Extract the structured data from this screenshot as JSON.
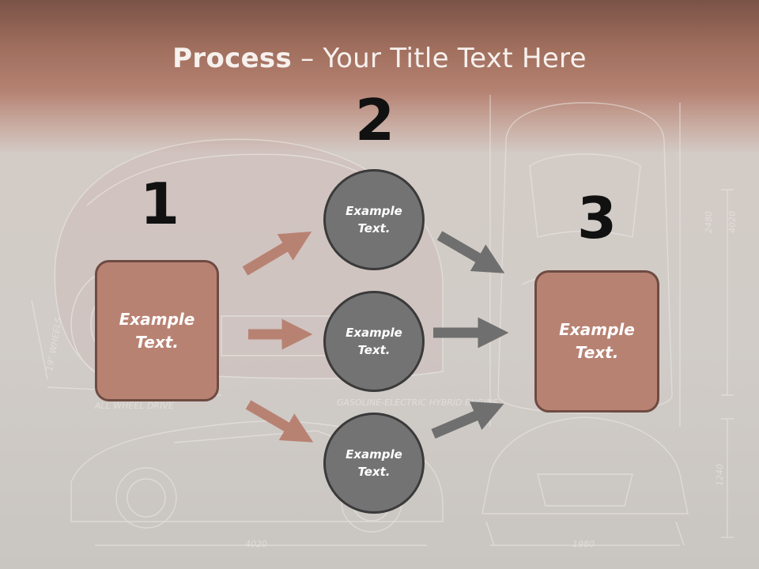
{
  "title": {
    "bold": "Process",
    "rest": " – Your Title Text Here"
  },
  "steps": [
    {
      "number": "1",
      "text_line1": "Example",
      "text_line2": "Text."
    },
    {
      "number": "2",
      "circles": [
        {
          "line1": "Example",
          "line2": "Text."
        },
        {
          "line1": "Example",
          "line2": "Text."
        },
        {
          "line1": "Example",
          "line2": "Text."
        }
      ]
    },
    {
      "number": "3",
      "text_line1": "Example",
      "text_line2": "Text."
    }
  ],
  "background_labels": {
    "wheels": "19\" WHEELS",
    "drive": "ALL WHEEL DRIVE",
    "engine": "GASOLINE-ELECTRIC HYBRID ENGINE",
    "dim_length": "4020",
    "dim_width": "1980",
    "dim_height": "1240",
    "dim_side_a": "2480",
    "dim_side_b": "4020"
  },
  "colors": {
    "header_top": "#7a5347",
    "box_fill": "#b88273",
    "box_border": "#6e4b42",
    "circle_fill": "#737373",
    "arrow_left": "#b88273",
    "arrow_right": "#6f6f6f"
  }
}
